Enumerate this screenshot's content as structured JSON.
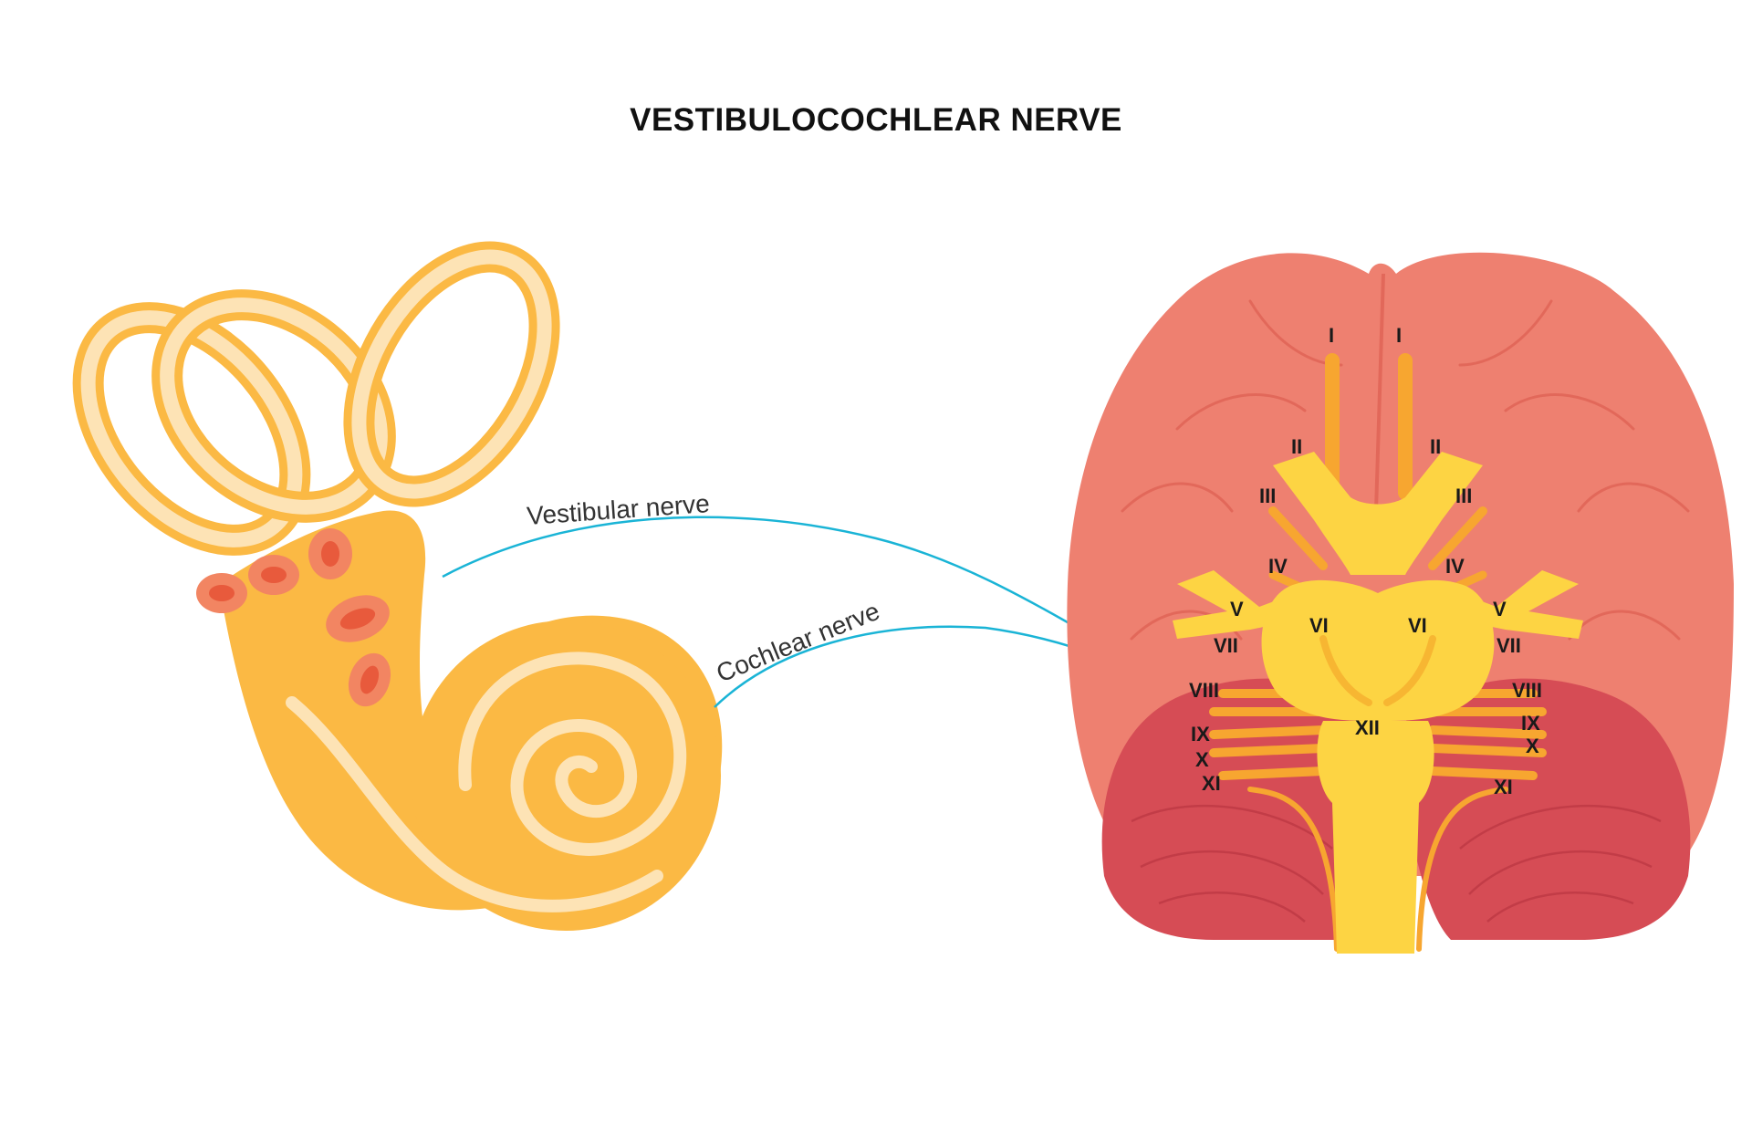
{
  "title": "VESTIBULOCOCHLEAR NERVE",
  "labels": {
    "vestibular": "Vestibular nerve",
    "cochlear": "Cochlear nerve"
  },
  "cranial_nerves": {
    "l_I": "I",
    "r_I": "I",
    "l_II": "II",
    "r_II": "II",
    "l_III": "III",
    "r_III": "III",
    "l_IV": "IV",
    "r_IV": "IV",
    "l_V": "V",
    "r_V": "V",
    "l_VI": "VI",
    "r_VI": "VI",
    "l_VII": "VII",
    "r_VII": "VII",
    "l_VIII": "VIII",
    "r_VIII": "VIII",
    "l_IX": "IX",
    "r_IX": "IX",
    "l_X": "X",
    "r_X": "X",
    "l_XI": "XI",
    "r_XI": "XI",
    "XII": "XII"
  },
  "colors": {
    "brain": "#ee8070",
    "cerebellum": "#d64c55",
    "brainstem": "#fdd443",
    "nerve": "#f7a630",
    "ear": "#fbb944",
    "ear_light": "#fde3b5",
    "ampulla": "#f4704a",
    "pointer_line": "#1ab4d6"
  }
}
